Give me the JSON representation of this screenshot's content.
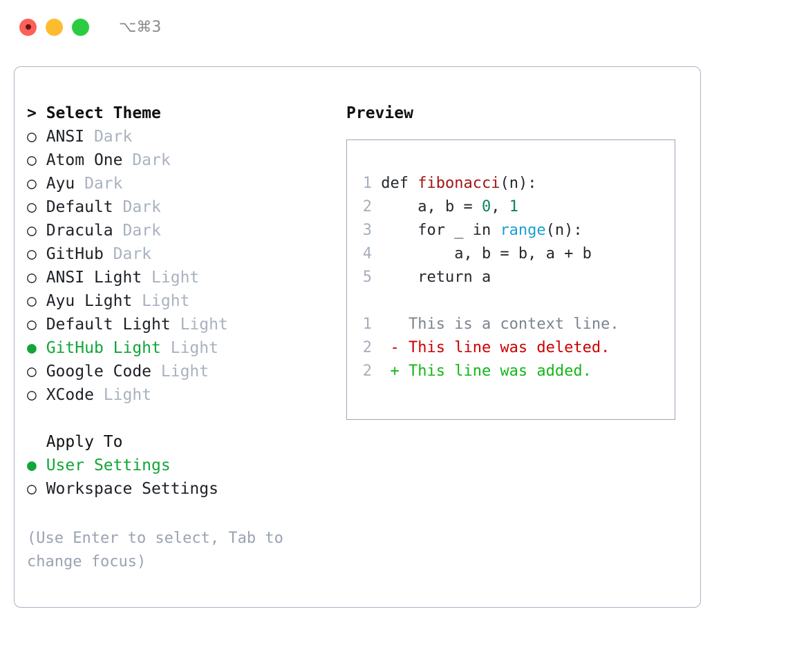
{
  "titlebar": {
    "shortcut": "⌥⌘3",
    "lights": [
      {
        "name": "close",
        "color": "#fc6058"
      },
      {
        "name": "minimize",
        "color": "#fdbc2f"
      },
      {
        "name": "maximize",
        "color": "#2bcc40"
      }
    ]
  },
  "theme_section": {
    "header": "> Select Theme",
    "bullet_selected": "●",
    "bullet_unselected": "○",
    "items": [
      {
        "label": "ANSI",
        "tag": "Dark",
        "selected": false
      },
      {
        "label": "Atom One",
        "tag": "Dark",
        "selected": false
      },
      {
        "label": "Ayu",
        "tag": "Dark",
        "selected": false
      },
      {
        "label": "Default",
        "tag": "Dark",
        "selected": false
      },
      {
        "label": "Dracula",
        "tag": "Dark",
        "selected": false
      },
      {
        "label": "GitHub",
        "tag": "Dark",
        "selected": false
      },
      {
        "label": "ANSI Light",
        "tag": "Light",
        "selected": false
      },
      {
        "label": "Ayu Light",
        "tag": "Light",
        "selected": false
      },
      {
        "label": "Default Light",
        "tag": "Light",
        "selected": false
      },
      {
        "label": "GitHub Light",
        "tag": "Light",
        "selected": true
      },
      {
        "label": "Google Code",
        "tag": "Light",
        "selected": false
      },
      {
        "label": "XCode",
        "tag": "Light",
        "selected": false
      }
    ]
  },
  "apply_section": {
    "header": "  Apply To",
    "items": [
      {
        "label": "User Settings",
        "selected": true
      },
      {
        "label": "Workspace Settings",
        "selected": false
      }
    ]
  },
  "hint": "(Use Enter to select, Tab to change focus)",
  "preview": {
    "title": "Preview",
    "code_lines": [
      {
        "no": "1",
        "tokens": [
          {
            "text": "def ",
            "type": "def"
          },
          {
            "text": "fibonacci",
            "type": "fn"
          },
          {
            "text": "(n):",
            "type": "plain"
          }
        ]
      },
      {
        "no": "2",
        "tokens": [
          {
            "text": "    a, b = ",
            "type": "plain"
          },
          {
            "text": "0",
            "type": "num"
          },
          {
            "text": ", ",
            "type": "plain"
          },
          {
            "text": "1",
            "type": "num"
          }
        ]
      },
      {
        "no": "3",
        "tokens": [
          {
            "text": "    for _ in ",
            "type": "plain"
          },
          {
            "text": "range",
            "type": "call"
          },
          {
            "text": "(n):",
            "type": "plain"
          }
        ]
      },
      {
        "no": "4",
        "tokens": [
          {
            "text": "        a, b = b, a + b",
            "type": "plain"
          }
        ]
      },
      {
        "no": "5",
        "tokens": [
          {
            "text": "    return a",
            "type": "plain"
          }
        ]
      }
    ],
    "diff_lines": [
      {
        "no": "1",
        "marker": " ",
        "text": "This is a context line.",
        "kind": "context"
      },
      {
        "no": "2",
        "marker": "-",
        "text": "This line was deleted.",
        "kind": "deleted"
      },
      {
        "no": "2",
        "marker": "+",
        "text": "This line was added.",
        "kind": "added"
      }
    ]
  },
  "colors": {
    "accent_green": "#11a638",
    "muted": "#a9b2bf",
    "border": "#aab4c2",
    "diff_added": "#13b718",
    "diff_deleted": "#cc0000",
    "syntax_function": "#a31515",
    "syntax_number": "#098658",
    "syntax_builtin": "#1a9fd4"
  }
}
